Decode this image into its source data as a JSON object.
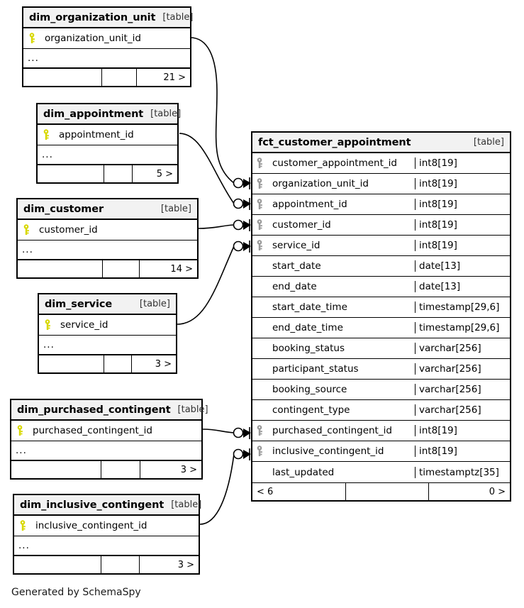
{
  "diagram": {
    "kind": "schemaspy-relationships",
    "credit": "Generated by SchemaSpy",
    "table_type_label": "[table]",
    "ellipsis": "...",
    "colors": {
      "border": "#000000",
      "header_bg": "#f2f2f2",
      "primary_key_icon": "#d8d800",
      "foreign_key_icon": "#999999",
      "page_bg": "#ffffff",
      "text": "#000000"
    }
  },
  "tables": {
    "dim_organization_unit": {
      "name": "dim_organization_unit",
      "type_label": "[table]",
      "key_column": "organization_unit_id",
      "key_icon": "primary-key-icon",
      "ellipsis": "...",
      "footer": {
        "left": "",
        "middle": "",
        "right": "21 >"
      }
    },
    "dim_appointment": {
      "name": "dim_appointment",
      "type_label": "[table]",
      "key_column": "appointment_id",
      "key_icon": "primary-key-icon",
      "ellipsis": "...",
      "footer": {
        "left": "",
        "middle": "",
        "right": "5 >"
      }
    },
    "dim_customer": {
      "name": "dim_customer",
      "type_label": "[table]",
      "key_column": "customer_id",
      "key_icon": "primary-key-icon",
      "ellipsis": "...",
      "footer": {
        "left": "",
        "middle": "",
        "right": "14 >"
      }
    },
    "dim_service": {
      "name": "dim_service",
      "type_label": "[table]",
      "key_column": "service_id",
      "key_icon": "primary-key-icon",
      "ellipsis": "...",
      "footer": {
        "left": "",
        "middle": "",
        "right": "3 >"
      }
    },
    "dim_purchased_contingent": {
      "name": "dim_purchased_contingent",
      "type_label": "[table]",
      "key_column": "purchased_contingent_id",
      "key_icon": "primary-key-icon",
      "ellipsis": "...",
      "footer": {
        "left": "",
        "middle": "",
        "right": "3 >"
      }
    },
    "dim_inclusive_contingent": {
      "name": "dim_inclusive_contingent",
      "type_label": "[table]",
      "key_column": "inclusive_contingent_id",
      "key_icon": "primary-key-icon",
      "ellipsis": "...",
      "footer": {
        "left": "",
        "middle": "",
        "right": "3 >"
      }
    },
    "fct_customer_appointment": {
      "name": "fct_customer_appointment",
      "type_label": "[table]",
      "columns": [
        {
          "name": "customer_appointment_id",
          "type": "int8[19]",
          "key": true
        },
        {
          "name": "organization_unit_id",
          "type": "int8[19]",
          "key": true
        },
        {
          "name": "appointment_id",
          "type": "int8[19]",
          "key": true
        },
        {
          "name": "customer_id",
          "type": "int8[19]",
          "key": true
        },
        {
          "name": "service_id",
          "type": "int8[19]",
          "key": true
        },
        {
          "name": "start_date",
          "type": "date[13]",
          "key": false
        },
        {
          "name": "end_date",
          "type": "date[13]",
          "key": false
        },
        {
          "name": "start_date_time",
          "type": "timestamp[29,6]",
          "key": false
        },
        {
          "name": "end_date_time",
          "type": "timestamp[29,6]",
          "key": false
        },
        {
          "name": "booking_status",
          "type": "varchar[256]",
          "key": false
        },
        {
          "name": "participant_status",
          "type": "varchar[256]",
          "key": false
        },
        {
          "name": "booking_source",
          "type": "varchar[256]",
          "key": false
        },
        {
          "name": "contingent_type",
          "type": "varchar[256]",
          "key": false
        },
        {
          "name": "purchased_contingent_id",
          "type": "int8[19]",
          "key": true
        },
        {
          "name": "inclusive_contingent_id",
          "type": "int8[19]",
          "key": true
        },
        {
          "name": "last_updated",
          "type": "timestamptz[35]",
          "key": false
        }
      ],
      "footer": {
        "left": "< 6",
        "middle": "",
        "right": "0 >"
      }
    }
  },
  "relationships": [
    {
      "from": "dim_organization_unit",
      "to_column": "organization_unit_id",
      "cardinality": "zero-or-many"
    },
    {
      "from": "dim_appointment",
      "to_column": "appointment_id",
      "cardinality": "zero-or-many"
    },
    {
      "from": "dim_customer",
      "to_column": "customer_id",
      "cardinality": "zero-or-many"
    },
    {
      "from": "dim_service",
      "to_column": "service_id",
      "cardinality": "zero-or-many"
    },
    {
      "from": "dim_purchased_contingent",
      "to_column": "purchased_contingent_id",
      "cardinality": "zero-or-many"
    },
    {
      "from": "dim_inclusive_contingent",
      "to_column": "inclusive_contingent_id",
      "cardinality": "zero-or-many"
    }
  ]
}
